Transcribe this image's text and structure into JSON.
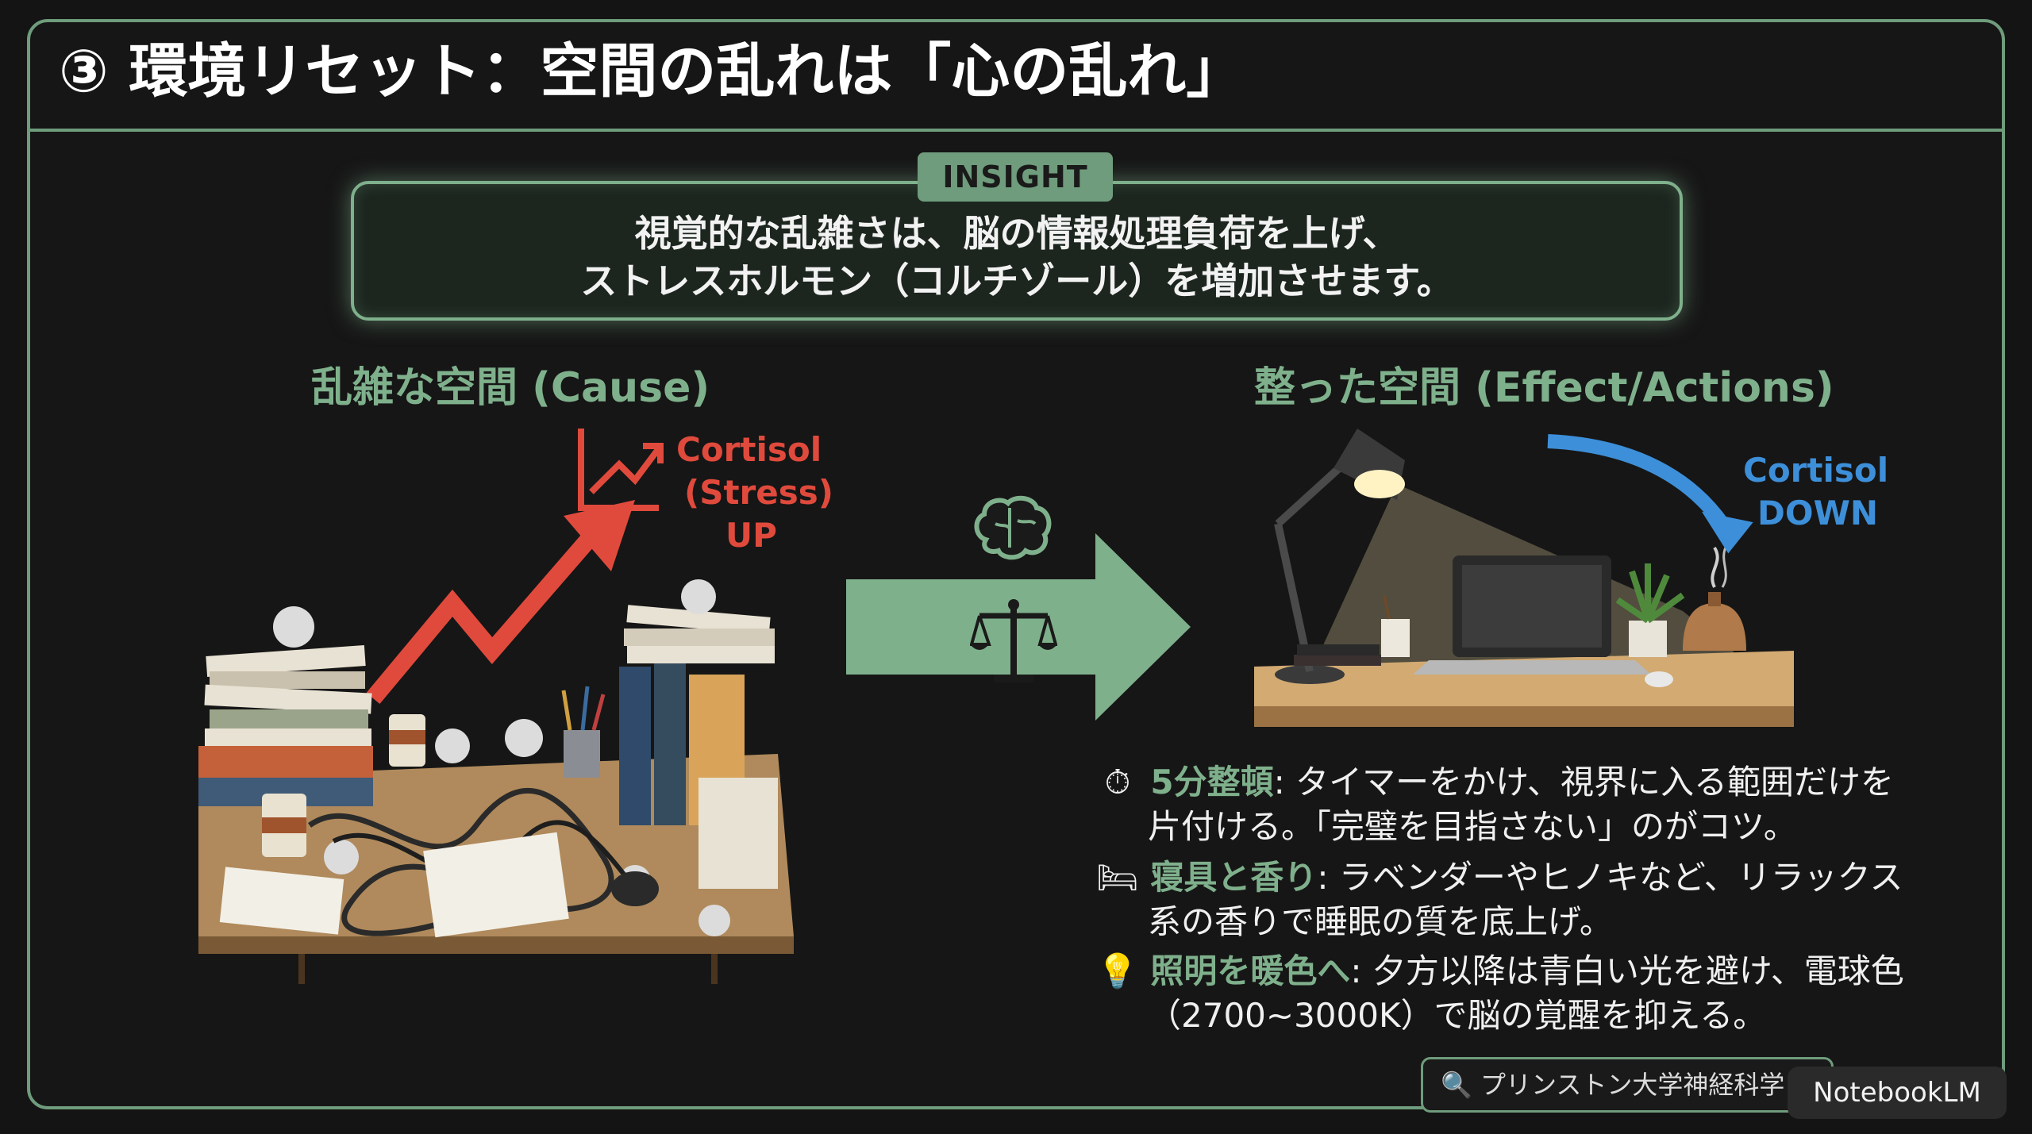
{
  "header": {
    "title": "③ 環境リセット：空間の乱れは「心の乱れ」"
  },
  "insight": {
    "tag": "INSIGHT",
    "line1": "視覚的な乱雑さは、脳の情報処理負荷を上げ、",
    "line2": "ストレスホルモン（コルチゾール）を増加させます。"
  },
  "left": {
    "heading": "乱雑な空間 (Cause)",
    "cortisol_line1": "Cortisol",
    "cortisol_line2": "(Stress)",
    "cortisol_line3": "UP"
  },
  "right": {
    "heading": "整った空間 (Effect/Actions)",
    "cortisol_line1": "Cortisol",
    "cortisol_line2": "DOWN"
  },
  "actions": [
    {
      "icon": "⏱",
      "lead": "5分整頓",
      "text1": ": タイマーをかけ、視界に入る範囲だけを",
      "text2": "片付ける。「完璧を目指さない」のがコツ。"
    },
    {
      "icon": "🛏",
      "lead": "寝具と香り",
      "text1": ": ラベンダーやヒノキなど、リラックス",
      "text2": "系の香りで睡眠の質を底上げ。"
    },
    {
      "icon": "💡",
      "lead": "照明を暖色へ",
      "text1": ": 夕方以降は青白い光を避け、電球色",
      "text2": "（2700~3000K）で脳の覚醒を抑える。"
    }
  ],
  "footer": {
    "source": "🔍 プリンストン大学神経科学",
    "brand": "NotebookLM"
  },
  "colors": {
    "accent_green": "#7fb08c",
    "stress_red": "#e04a3c",
    "calm_blue": "#3d8fd9",
    "background": "#141414"
  }
}
